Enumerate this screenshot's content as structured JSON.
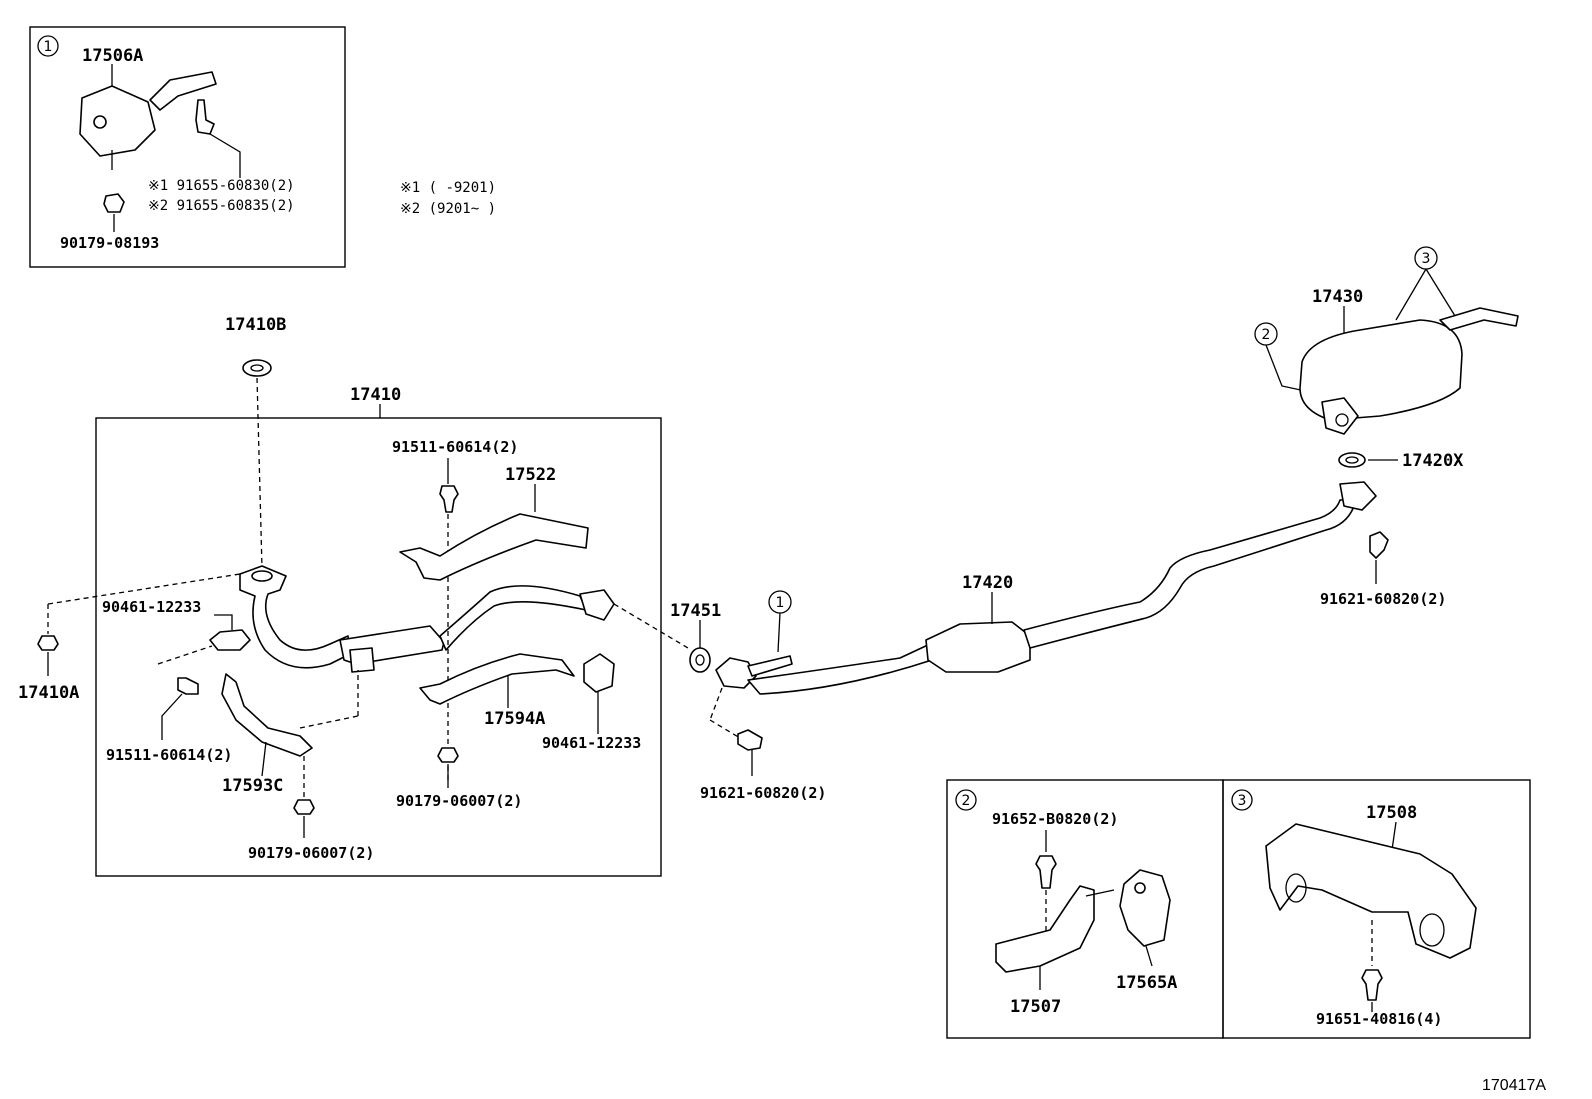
{
  "callouts": {
    "c1": "1",
    "c2": "2",
    "c3": "3"
  },
  "inset1": {
    "part_17506a": "17506A",
    "bolt_1": "※1 91655-60830(2)",
    "bolt_2": "※2 91655-60835(2)",
    "nut": "90179-08193"
  },
  "notes": {
    "note1": "※1 (    -9201)",
    "note2": "※2 (9201~    )"
  },
  "front": {
    "gasket_top": "17410B",
    "pipe_assy": "17410",
    "bolt_upper": "91511-60614(2)",
    "insulator_upper": "17522",
    "clamp_left": "90461-12233",
    "nut_left": "17410A",
    "bolt_lower_left": "91511-60614(2)",
    "insulator_left": "17593C",
    "nut_lower_left": "90179-06007(2)",
    "insulator_lower": "17594A",
    "clamp_right": "90461-12233",
    "nut_lower_mid": "90179-06007(2)"
  },
  "center": {
    "gasket": "17451",
    "pipe": "17420",
    "bolt": "91621-60820(2)"
  },
  "tail": {
    "muffler": "17430",
    "gasket": "17420X",
    "bolt": "91621-60820(2)"
  },
  "inset2": {
    "bolt": "91652-B0820(2)",
    "bracket": "17507",
    "hanger": "17565A"
  },
  "inset3": {
    "bracket": "17508",
    "bolt": "91651-40816(4)"
  },
  "diagram_id": "170417A"
}
